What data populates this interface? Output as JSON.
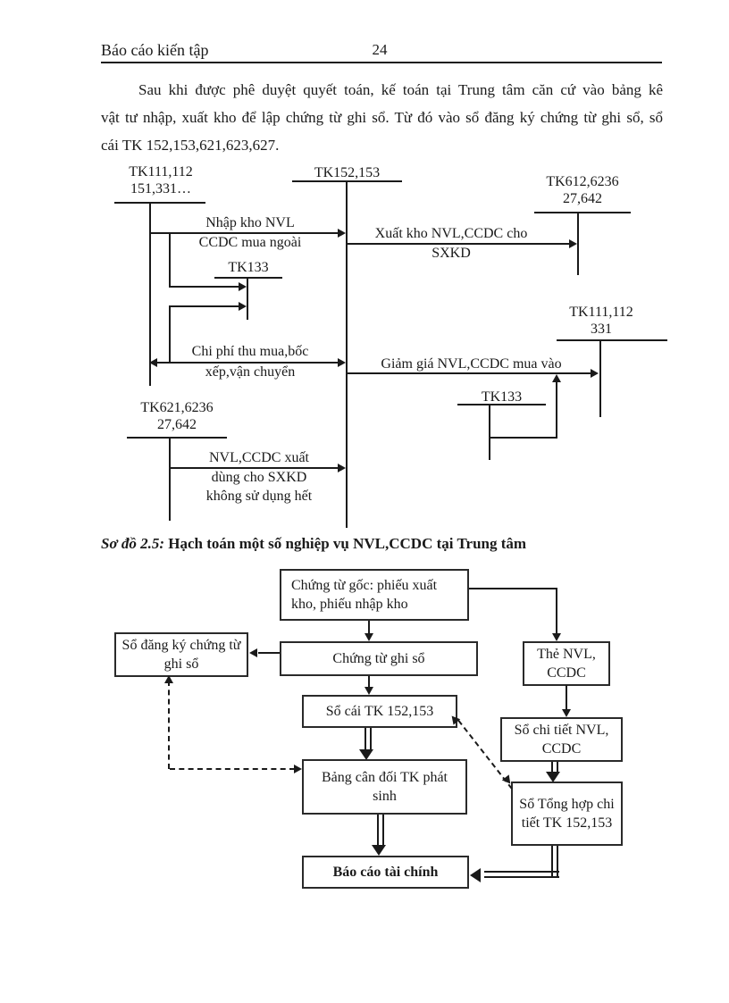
{
  "header": {
    "title": "Báo cáo kiến tập",
    "page_number": "24"
  },
  "paragraph": {
    "lines": [
      "Sau khi được phê duyệt quyết toán, kế toán tại Trung tâm căn cứ vào bảng kê",
      "vật tư nhập, xuất kho để lập chứng từ ghi sổ. Từ đó vào sổ đăng ký chứng từ ghi sổ, sổ",
      "cái TK 152,153,621,623,627."
    ]
  },
  "t_diagram": {
    "accounts": {
      "tk111_left_1": "TK111,112",
      "tk111_left_2": "151,331…",
      "tk152": "TK152,153",
      "tk612_1": "TK612,6236",
      "tk612_2": "27,642",
      "tk133_upper": "TK133",
      "tk111_right_1": "TK111,112",
      "tk111_right_2": "331",
      "tk133_lower": "TK133",
      "tk621_1": "TK621,6236",
      "tk621_2": "27,642"
    },
    "flows": {
      "nhap_kho_1": "Nhập kho NVL",
      "nhap_kho_2": "CCDC mua ngoài",
      "xuat_kho_1": "Xuất kho NVL,CCDC cho",
      "xuat_kho_2": "SXKD",
      "chi_phi_1": "Chi phí thu mua,bốc",
      "chi_phi_2": "xếp,vận chuyển",
      "giam_gia": "Giảm giá NVL,CCDC  mua vào",
      "nvl_xuat_1": "NVL,CCDC xuất",
      "nvl_xuat_2": "dùng cho SXKD",
      "nvl_xuat_3": "không sử dụng hết"
    }
  },
  "caption": {
    "label": "Sơ đồ 2.5:",
    "text": " Hạch toán một số nghiệp vụ NVL,CCDC  tại Trung tâm"
  },
  "flowchart": {
    "boxes": {
      "chung_tu_goc": "Chứng từ gốc: phiếu xuất kho, phiếu nhập kho",
      "so_dang_ky": "Sổ đăng ký chứng từ ghi sổ",
      "chung_tu_ghi_so": "Chứng từ ghi sổ",
      "the_nvl": "Thẻ NVL, CCDC",
      "so_cai": "Sổ cái TK 152,153",
      "so_chi_tiet": "Sổ chi tiết NVL, CCDC",
      "bang_can_doi": "Bảng cân đối TK  phát sinh",
      "so_tong_hop": "Sổ Tổng hợp chi tiết TK 152,153",
      "bao_cao": "Báo cáo tài chính"
    }
  }
}
